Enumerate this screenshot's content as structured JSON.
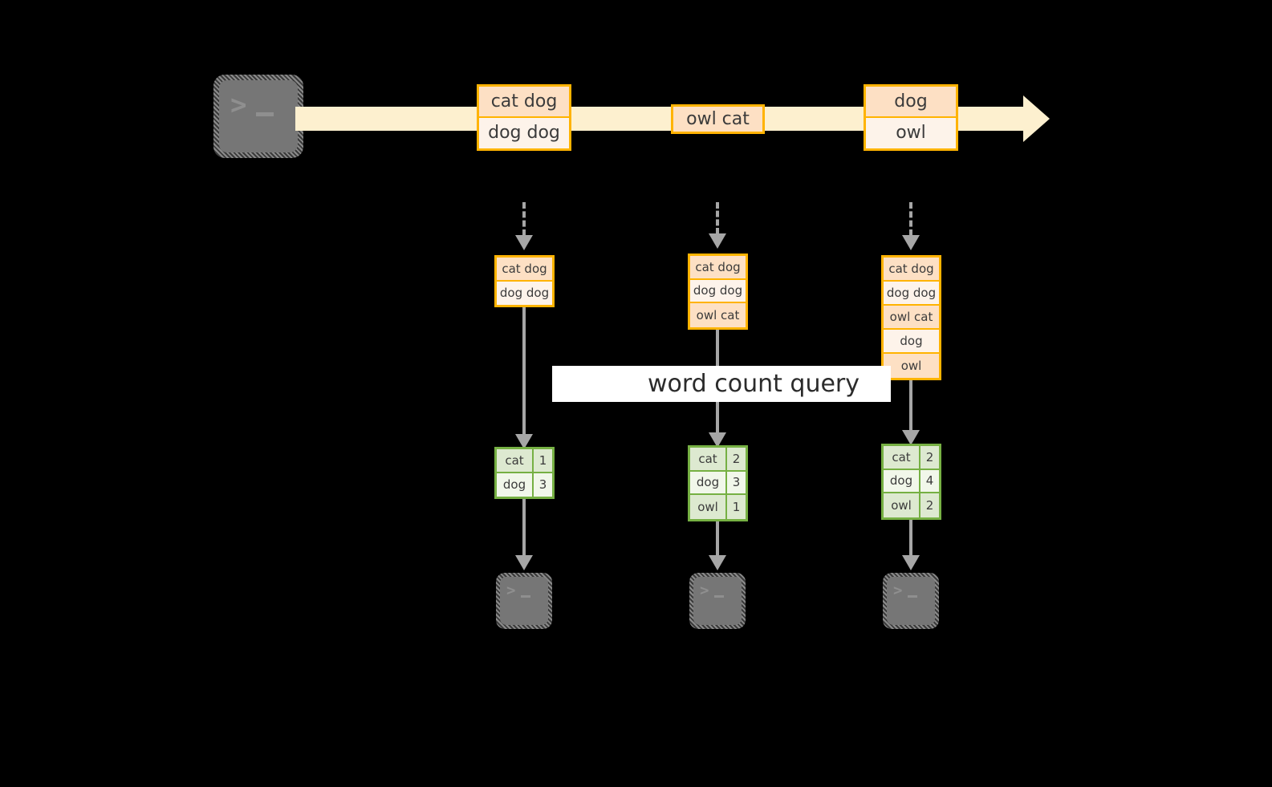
{
  "diagram": {
    "title": "word count query",
    "colors": {
      "background": "#000000",
      "event_border": "#ffb300",
      "event_fill_dark": "#fde0c4",
      "event_fill_light": "#fdf3ea",
      "stream_fill": "#fdf0cf",
      "result_border": "#76b043",
      "result_fill_dark": "#dde9d0",
      "result_fill_light": "#f1f7ea",
      "arrow": "#a6a6a6",
      "terminal_fill": "#767676",
      "band_fill": "#ffffff"
    }
  },
  "source": {
    "terminal_icon": "terminal-prompt-icon",
    "prompt_glyph": ">",
    "stream_arrow_icon": "stream-arrow-right-icon"
  },
  "stream_events": [
    {
      "id": "batch-1",
      "lines": [
        "cat dog",
        "dog dog"
      ]
    },
    {
      "id": "batch-2",
      "lines": [
        "owl cat"
      ]
    },
    {
      "id": "batch-3",
      "lines": [
        "dog",
        "owl"
      ]
    }
  ],
  "snapshots": [
    {
      "id": "snapshot-1",
      "input_table": {
        "rows": [
          "cat dog",
          "dog dog"
        ]
      },
      "result_table": {
        "rows": [
          {
            "word": "cat",
            "count": "1"
          },
          {
            "word": "dog",
            "count": "3"
          }
        ]
      },
      "sink_icon": "terminal-output-icon"
    },
    {
      "id": "snapshot-2",
      "input_table": {
        "rows": [
          "cat dog",
          "dog dog",
          "owl cat"
        ]
      },
      "result_table": {
        "rows": [
          {
            "word": "cat",
            "count": "2"
          },
          {
            "word": "dog",
            "count": "3"
          },
          {
            "word": "owl",
            "count": "1"
          }
        ]
      },
      "sink_icon": "terminal-output-icon"
    },
    {
      "id": "snapshot-3",
      "input_table": {
        "rows": [
          "cat dog",
          "dog dog",
          "owl cat",
          "dog",
          "owl"
        ]
      },
      "result_table": {
        "rows": [
          {
            "word": "cat",
            "count": "2"
          },
          {
            "word": "dog",
            "count": "4"
          },
          {
            "word": "owl",
            "count": "2"
          }
        ]
      },
      "sink_icon": "terminal-output-icon"
    }
  ]
}
